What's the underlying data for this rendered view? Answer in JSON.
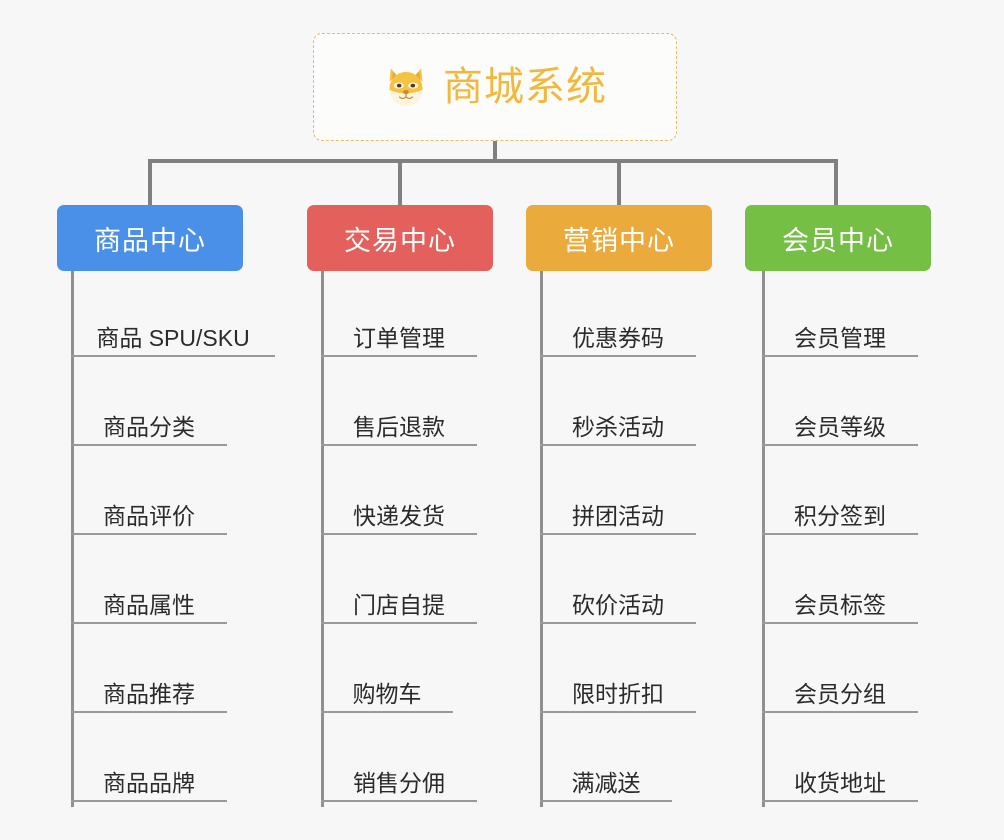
{
  "root": {
    "title": "商城系统",
    "icon": "shiba-dog-icon",
    "color": "#f0b93e",
    "border_color": "#e8b96a"
  },
  "columns": [
    {
      "title": "商品中心",
      "color": "#4a90e8",
      "items": [
        "商品 SPU/SKU",
        "商品分类",
        "商品评价",
        "商品属性",
        "商品推荐",
        "商品品牌"
      ]
    },
    {
      "title": "交易中心",
      "color": "#e4605c",
      "items": [
        "订单管理",
        "售后退款",
        "快递发货",
        "门店自提",
        "购物车",
        "销售分佣"
      ]
    },
    {
      "title": "营销中心",
      "color": "#eaab3c",
      "items": [
        "优惠券码",
        "秒杀活动",
        "拼团活动",
        "砍价活动",
        "限时折扣",
        "满减送"
      ]
    },
    {
      "title": "会员中心",
      "color": "#74bf44",
      "items": [
        "会员管理",
        "会员等级",
        "积分签到",
        "会员标签",
        "会员分组",
        "收货地址"
      ]
    }
  ],
  "connector_color": "#808080"
}
